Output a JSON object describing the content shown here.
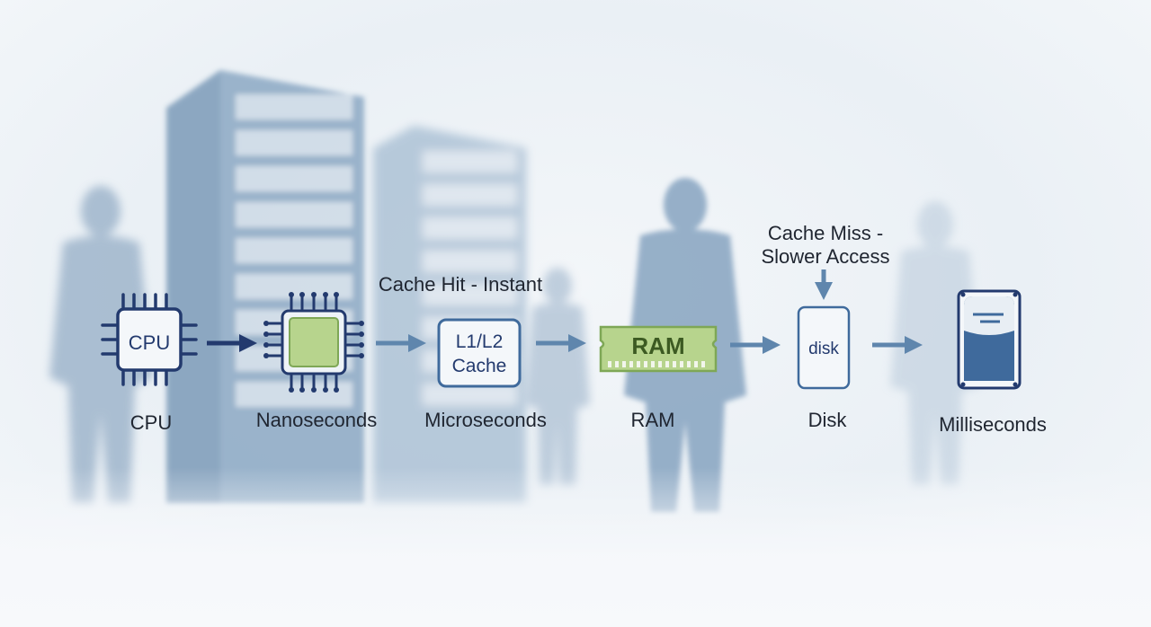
{
  "diagram": {
    "nodes": {
      "cpu": {
        "icon": "cpu-chip-icon",
        "chip_text": "CPU",
        "label": "CPU"
      },
      "core": {
        "icon": "green-core-chip-icon",
        "label": "Nanoseconds"
      },
      "cache": {
        "icon": "cache-box-icon",
        "line1": "L1/L2",
        "line2": "Cache",
        "label": "Microseconds"
      },
      "ram": {
        "icon": "ram-module-icon",
        "chip_text": "RAM",
        "label": "RAM"
      },
      "disk": {
        "icon": "disk-box-icon",
        "chip_text": "disk",
        "label": "Disk"
      },
      "hdd": {
        "icon": "hard-drive-icon",
        "label": "Milliseconds"
      }
    },
    "notes": {
      "hit": "Cache Hit - Instant",
      "miss_line1": "Cache Miss -",
      "miss_line2": "Slower Access"
    }
  },
  "colors": {
    "navy": "#233a6e",
    "steel": "#5f86ad",
    "green_fill": "#b7d48d",
    "green_stroke": "#7ea756",
    "ram_text": "#3c5a22",
    "drive_fill": "#3f6a9c",
    "text": "#1f2530"
  }
}
